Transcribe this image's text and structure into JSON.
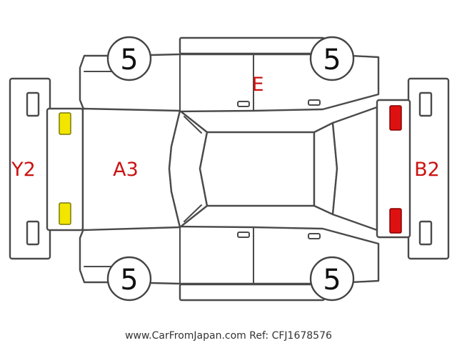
{
  "wheels": {
    "front_left": "5",
    "front_right": "5",
    "rear_left": "5",
    "rear_right": "5"
  },
  "panel_grades": {
    "front_bumper": "Y2",
    "hood": "A3",
    "roof": "E",
    "rear_bumper": "B2"
  },
  "marker_colors": {
    "yellow": "#f2e600",
    "red": "#dd1111"
  },
  "footer": {
    "watermark": "www.CarFromJapan.com Ref: CFJ1678576"
  }
}
